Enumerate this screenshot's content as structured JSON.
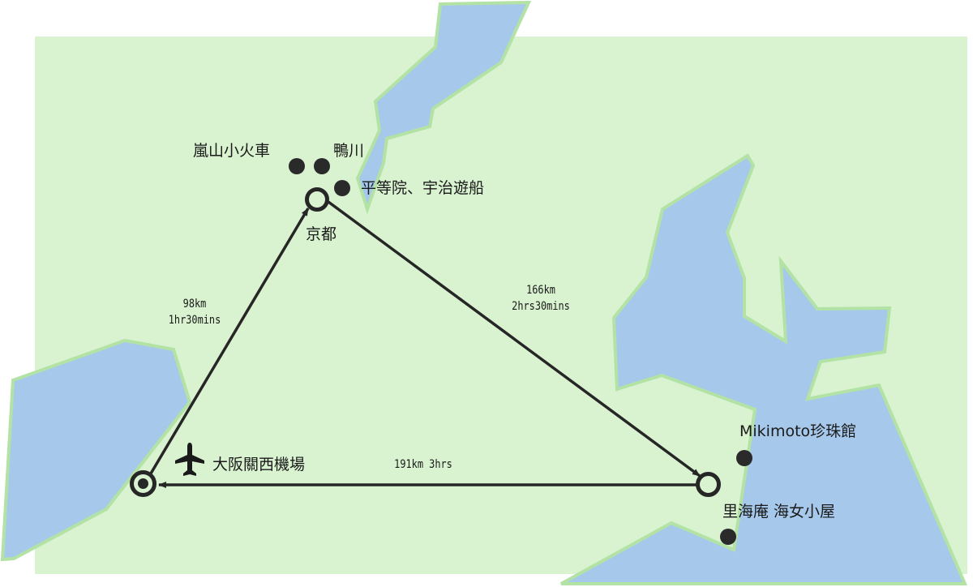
{
  "map": {
    "colors": {
      "land": "#d9f2d0",
      "water": "#a6c9eb",
      "coast": "#b3e2a5",
      "route": "#262626",
      "marker": "#2a2a2a"
    },
    "cities": [
      {
        "id": "kyoto",
        "label": "京都",
        "marker": "hollow-circle"
      },
      {
        "id": "kix",
        "label": "大阪關西機場",
        "marker": "target-circle",
        "icon": "airplane-icon"
      },
      {
        "id": "ise",
        "label": "",
        "marker": "hollow-circle"
      }
    ],
    "pois": [
      {
        "label": "嵐山小火車"
      },
      {
        "label": "鴨川"
      },
      {
        "label": "平等院、宇治遊船"
      },
      {
        "label": "Mikimoto珍珠館"
      },
      {
        "label": "里海庵 海女小屋"
      }
    ],
    "routes": [
      {
        "from": "大阪關西機場",
        "to": "京都",
        "distance": "98km",
        "time": "1hr30mins"
      },
      {
        "from": "京都",
        "to": "里海庵",
        "distance": "166km",
        "time": "2hrs30mins"
      },
      {
        "from": "里海庵",
        "to": "大阪關西機場",
        "label": "191km 3hrs"
      }
    ]
  }
}
